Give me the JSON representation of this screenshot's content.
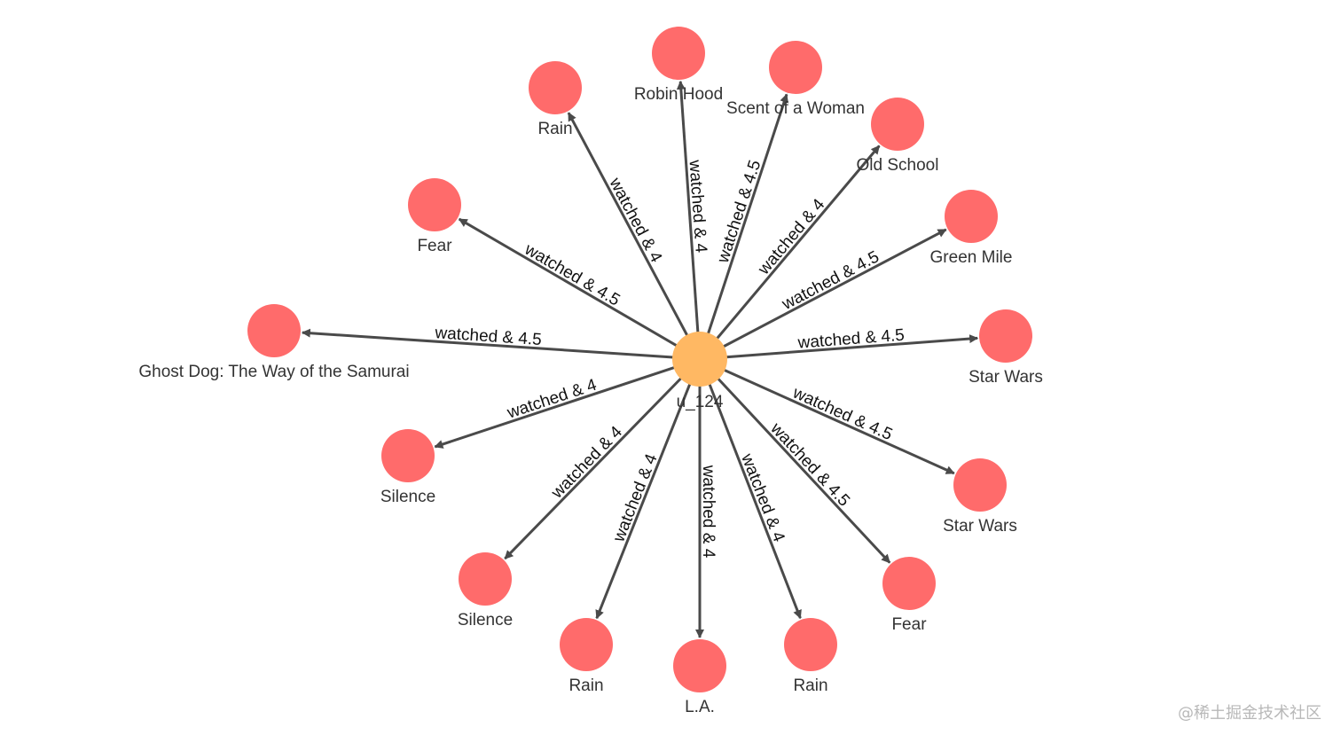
{
  "graph": {
    "center": {
      "label": "u_124",
      "color": "#ffb863"
    },
    "node_color": "#ff6b6b",
    "edge_color": "#4a4a4a",
    "nodes": [
      {
        "id": "robin-hood",
        "label": "Robin Hood",
        "edge_label": "watched & 4"
      },
      {
        "id": "scent-of-a-woman",
        "label": "Scent of a Woman",
        "edge_label": "watched & 4.5"
      },
      {
        "id": "old-school",
        "label": "Old School",
        "edge_label": "watched & 4"
      },
      {
        "id": "green-mile",
        "label": "Green Mile",
        "edge_label": "watched & 4.5"
      },
      {
        "id": "star-wars-1",
        "label": "Star Wars",
        "edge_label": "watched & 4.5"
      },
      {
        "id": "star-wars-2",
        "label": "Star Wars",
        "edge_label": "watched & 4.5"
      },
      {
        "id": "fear-1",
        "label": "Fear",
        "edge_label": "watched & 4.5"
      },
      {
        "id": "rain-1",
        "label": "Rain",
        "edge_label": "watched & 4"
      },
      {
        "id": "la",
        "label": "L.A.",
        "edge_label": "watched & 4"
      },
      {
        "id": "rain-2",
        "label": "Rain",
        "edge_label": "watched & 4"
      },
      {
        "id": "silence-1",
        "label": "Silence",
        "edge_label": "watched & 4"
      },
      {
        "id": "silence-2",
        "label": "Silence",
        "edge_label": "watched & 4"
      },
      {
        "id": "ghost-dog",
        "label": "Ghost Dog: The Way of the Samurai",
        "edge_label": "watched & 4.5"
      },
      {
        "id": "fear-2",
        "label": "Fear",
        "edge_label": "watched & 4.5"
      },
      {
        "id": "rain-3",
        "label": "Rain",
        "edge_label": "watched & 4"
      }
    ]
  },
  "watermark": "@稀土掘金技术社区"
}
